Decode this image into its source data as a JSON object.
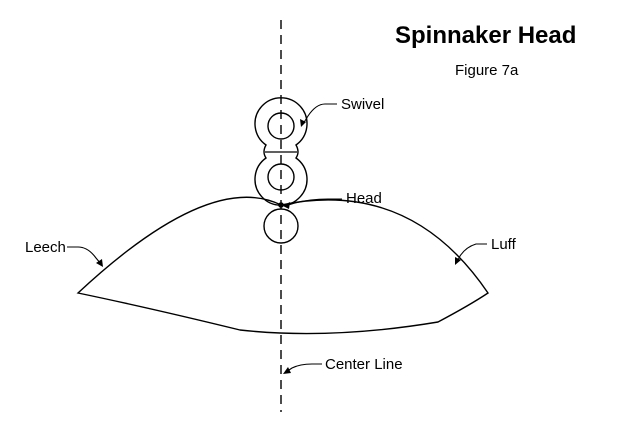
{
  "diagram": {
    "title": "Spinnaker Head",
    "subtitle": "Figure 7a",
    "labels": {
      "swivel": "Swivel",
      "head": "Head",
      "leech": "Leech",
      "luff": "Luff",
      "center_line": "Center Line"
    },
    "stroke_color": "#000000"
  }
}
